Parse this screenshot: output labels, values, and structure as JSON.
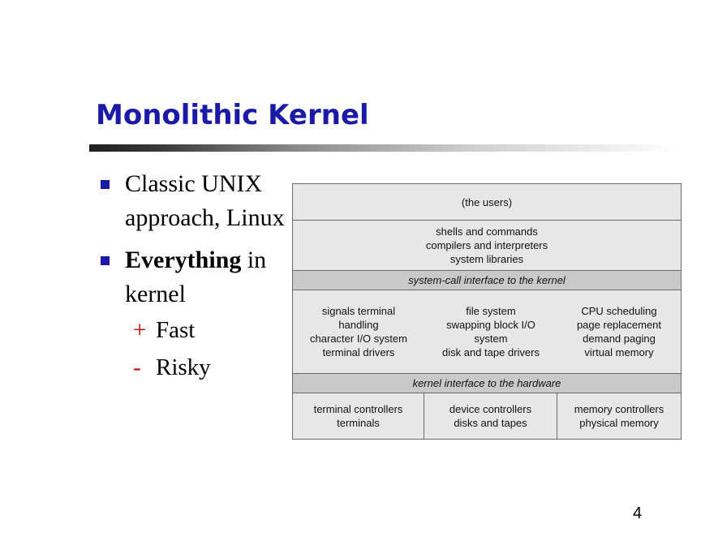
{
  "title": "Monolithic Kernel",
  "bullets": [
    {
      "text": "Classic UNIX approach, Linux"
    },
    {
      "bold": "Everything",
      "text": "in kernel"
    }
  ],
  "sub_bullets": [
    {
      "marker": "+",
      "text": "Fast"
    },
    {
      "marker": "-",
      "text": "Risky"
    }
  ],
  "diagram": {
    "users": "(the users)",
    "shells": [
      "shells and commands",
      "compilers and interpreters",
      "system libraries"
    ],
    "syscall_interface": "system-call interface to the kernel",
    "kernel": [
      [
        "signals terminal",
        "handling",
        "character I/O system",
        "terminal drivers"
      ],
      [
        "file system",
        "swapping block I/O",
        "system",
        "disk and tape drivers"
      ],
      [
        "CPU scheduling",
        "page replacement",
        "demand paging",
        "virtual memory"
      ]
    ],
    "hardware_interface": "kernel interface to the hardware",
    "hardware": [
      [
        "terminal controllers",
        "terminals"
      ],
      [
        "device controllers",
        "disks and tapes"
      ],
      [
        "memory controllers",
        "physical memory"
      ]
    ]
  },
  "page_number": "4",
  "colors": {
    "title": "#1a1aa6",
    "bullet": "#1a1aa6",
    "sub_marker": "#c00000"
  }
}
